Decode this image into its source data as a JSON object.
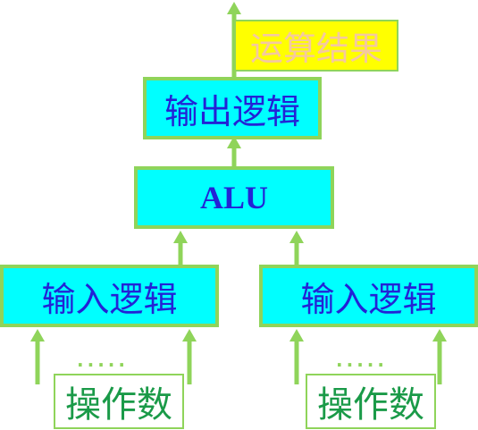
{
  "diagram": {
    "result_label": "运算结果",
    "output_logic_label": "输出逻辑",
    "alu_label": "ALU",
    "input_logic_left_label": "输入逻辑",
    "input_logic_right_label": "输入逻辑",
    "operand_left_label": "操作数",
    "operand_right_label": "操作数",
    "ellipsis_left": "·····",
    "ellipsis_right": "·····"
  },
  "colors": {
    "logic_fill": "#00ffff",
    "logic_border": "#8fd45a",
    "logic_text": "#2323d6",
    "result_fill": "#ffff00",
    "result_text": "#f4c8a0",
    "operand_text": "#1a9a48",
    "arrow": "#8fd45a"
  }
}
